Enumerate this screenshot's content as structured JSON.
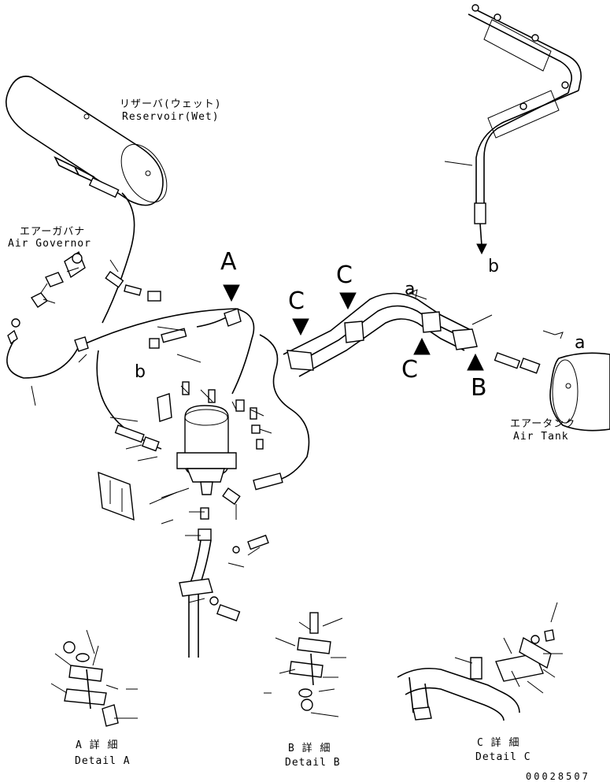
{
  "components": {
    "reservoir": {
      "label_jp": "リザーバ(ウェット)",
      "label_en": "Reservoir(Wet)"
    },
    "air_governor": {
      "label_jp": "エアーガバナ",
      "label_en": "Air Governor"
    },
    "air_tank": {
      "label_jp": "エアータンク",
      "label_en": "Air Tank"
    }
  },
  "view_letters": {
    "A": "A",
    "B": "B",
    "C": "C"
  },
  "connection_letters": {
    "a": "a",
    "b": "b"
  },
  "details": [
    {
      "jp": "A 詳 細",
      "en": "Detail A"
    },
    {
      "jp": "B 詳 細",
      "en": "Detail B"
    },
    {
      "jp": "C 詳 細",
      "en": "Detail C"
    }
  ],
  "part_number": "00028507"
}
